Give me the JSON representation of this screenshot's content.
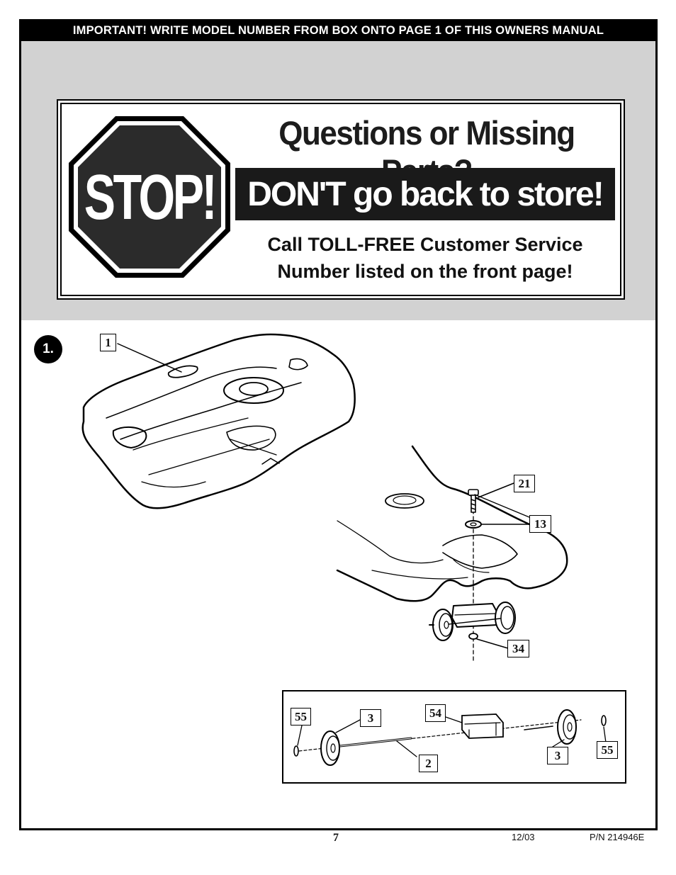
{
  "header": {
    "banner": "IMPORTANT!  WRITE MODEL NUMBER FROM BOX ONTO PAGE 1 OF THIS OWNERS MANUAL"
  },
  "stop_notice": {
    "sign": "STOP!",
    "question": "Questions or Missing Parts?",
    "dont": "DON'T go back to store!",
    "call_line_1": "Call TOLL-FREE Customer Service",
    "call_line_2": "Number listed on the front page!"
  },
  "step": {
    "number": "1.",
    "callouts": {
      "part_1": "1",
      "part_21": "21",
      "part_13": "13",
      "part_34": "34"
    },
    "inset_callouts": {
      "part_55_left": "55",
      "part_3_left": "3",
      "part_54": "54",
      "part_2": "2",
      "part_3_right": "3",
      "part_55_right": "55"
    }
  },
  "footer": {
    "page_number": "7",
    "date": "12/03",
    "part_number": "P/N 214946E"
  }
}
